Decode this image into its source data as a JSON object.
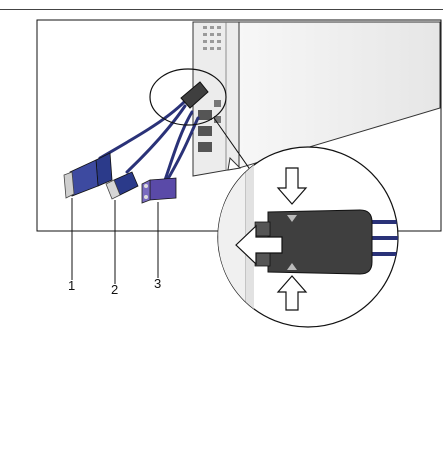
{
  "figure": {
    "callouts": [
      {
        "number": "1",
        "target": "usb-connector"
      },
      {
        "number": "2",
        "target": "usb-connector"
      },
      {
        "number": "3",
        "target": "vga-video-connector"
      }
    ],
    "colors": {
      "cable": "#2a3278",
      "connector_dark": "#2b3a8a",
      "vga": "#5a4aa8",
      "dongle_body": "#3f3f3f",
      "arrow_fill": "#ffffff",
      "outline": "#111111"
    }
  }
}
